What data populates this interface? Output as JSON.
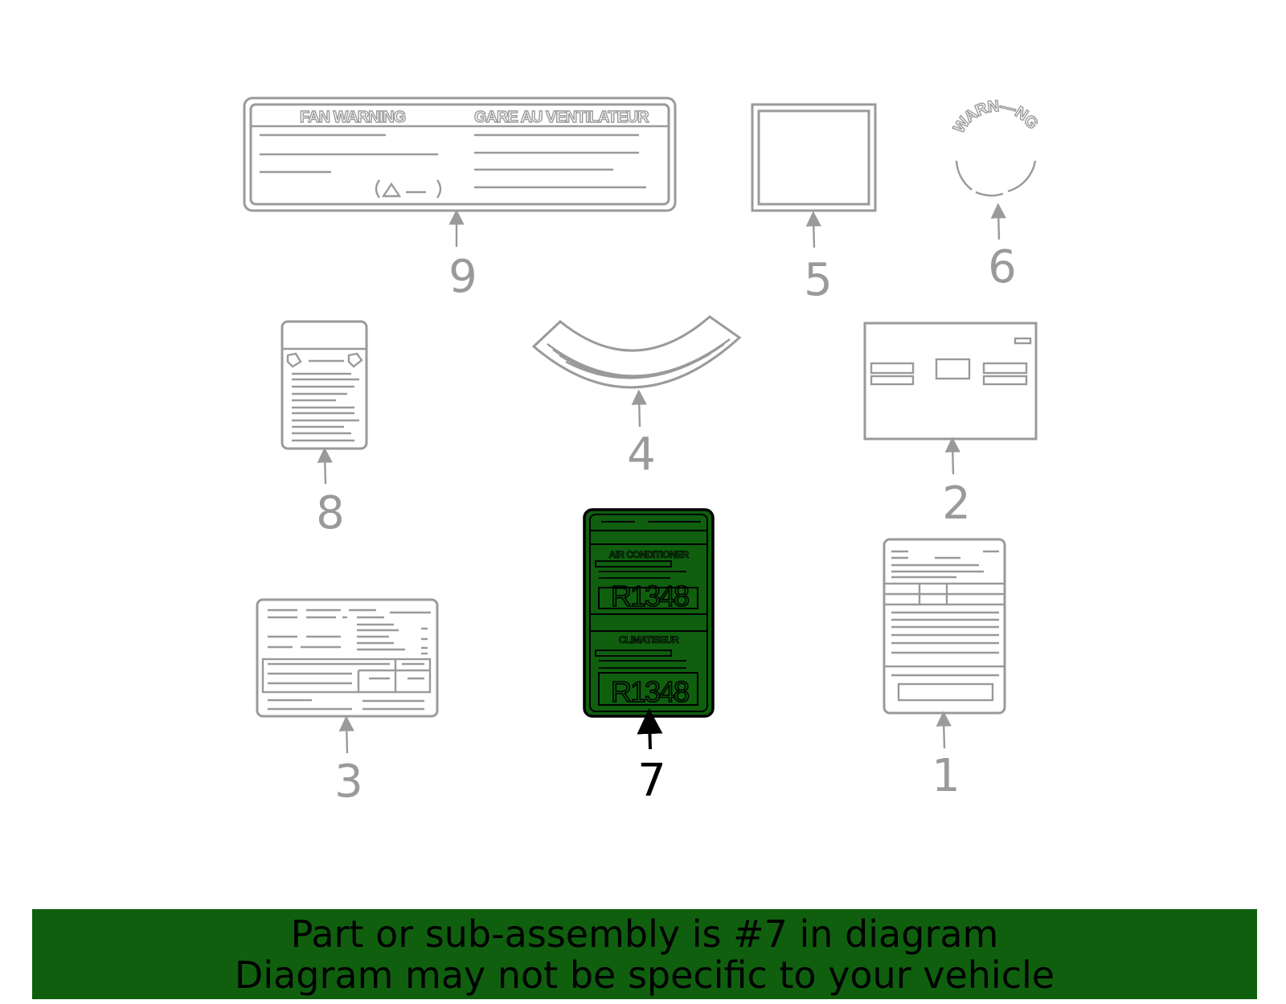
{
  "diagram": {
    "highlighted_part": "7",
    "callouts": [
      "9",
      "5",
      "6",
      "8",
      "4",
      "2",
      "3",
      "7",
      "1"
    ],
    "label9": {
      "left_title": "FAN WARNING",
      "right_title": "GARE AU VENTILATEUR"
    },
    "label6": {
      "text": "WARN—NG"
    },
    "label7": {
      "heading1": "AIR CONDITIONER",
      "code1": "R1348",
      "heading2": "CLIMATISEUR",
      "code2": "R1348"
    },
    "colors": {
      "highlight": "#0f5f0f",
      "inactive": "#9a9a9a",
      "active": "#000000"
    }
  },
  "footer": {
    "line1": "Part or sub-assembly is #7 in diagram",
    "line2": "Diagram may not be specific to your vehicle"
  }
}
